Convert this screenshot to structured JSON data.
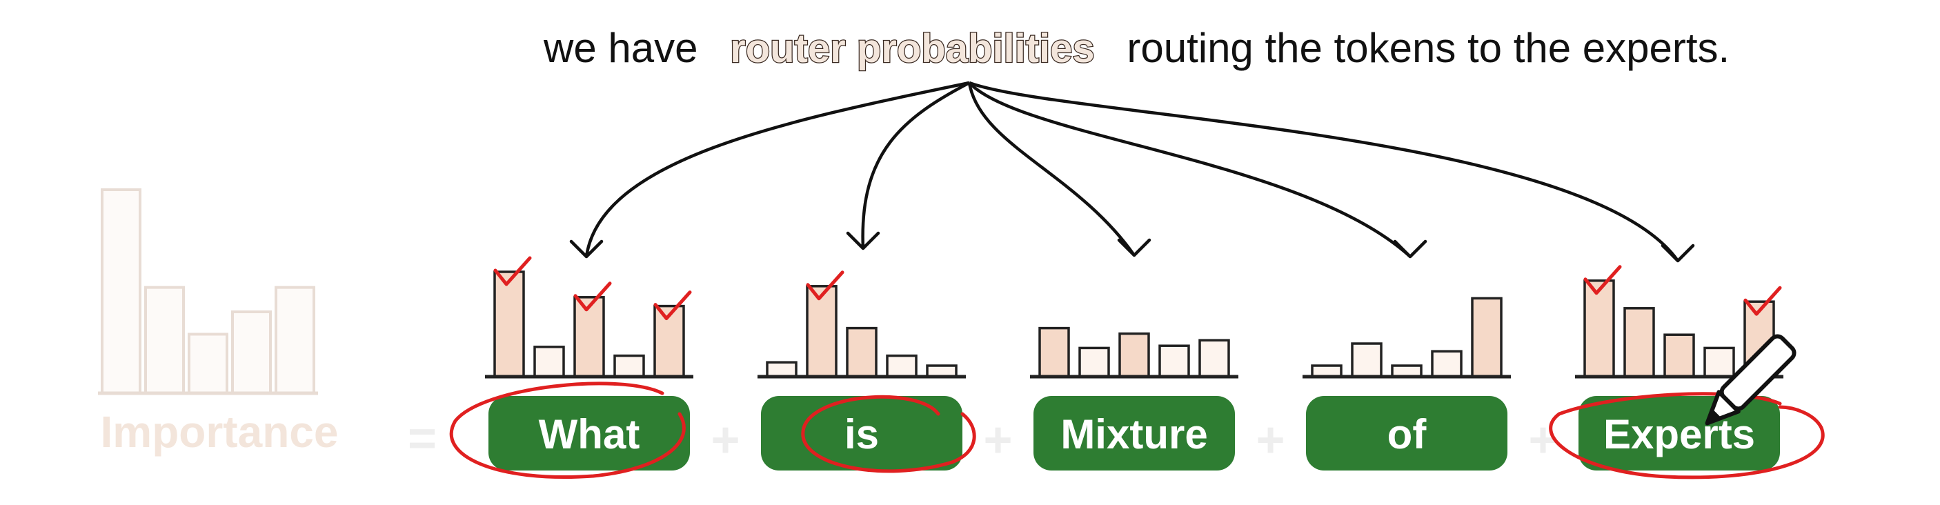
{
  "headline": {
    "prefix": "we have",
    "highlight": "router probabilities",
    "suffix": "routing the tokens to the experts."
  },
  "importance": {
    "label": "Importance",
    "equals": "=",
    "values": [
      1.0,
      0.52,
      0.29,
      0.4,
      0.52
    ]
  },
  "plus_sign": "+",
  "colors": {
    "token_box": "#2e7d32",
    "bar_fill_strong": "#f5d9c8",
    "bar_fill_light": "#fdf4ee",
    "bar_stroke": "#222222",
    "faded_bar_stroke": "#e8dcd4",
    "annotation_red": "#e02020",
    "faded_text": "#f3e5db",
    "arrow": "#111111"
  },
  "chart_data": {
    "type": "bar",
    "categories": [
      "What",
      "is",
      "Mixture",
      "of",
      "Experts"
    ],
    "series_scale": [
      0,
      1
    ],
    "series": [
      {
        "token": "What",
        "values": [
          0.95,
          0.27,
          0.72,
          0.19,
          0.64
        ],
        "checked": [
          0,
          2,
          4
        ]
      },
      {
        "token": "is",
        "values": [
          0.13,
          0.82,
          0.44,
          0.19,
          0.1
        ],
        "checked": [
          1
        ]
      },
      {
        "token": "Mixture",
        "values": [
          0.44,
          0.26,
          0.39,
          0.28,
          0.33
        ],
        "checked": []
      },
      {
        "token": "of",
        "values": [
          0.1,
          0.3,
          0.1,
          0.23,
          0.71
        ],
        "checked": []
      },
      {
        "token": "Experts",
        "values": [
          0.87,
          0.62,
          0.38,
          0.26,
          0.68
        ],
        "checked": [
          0,
          4
        ]
      }
    ]
  }
}
